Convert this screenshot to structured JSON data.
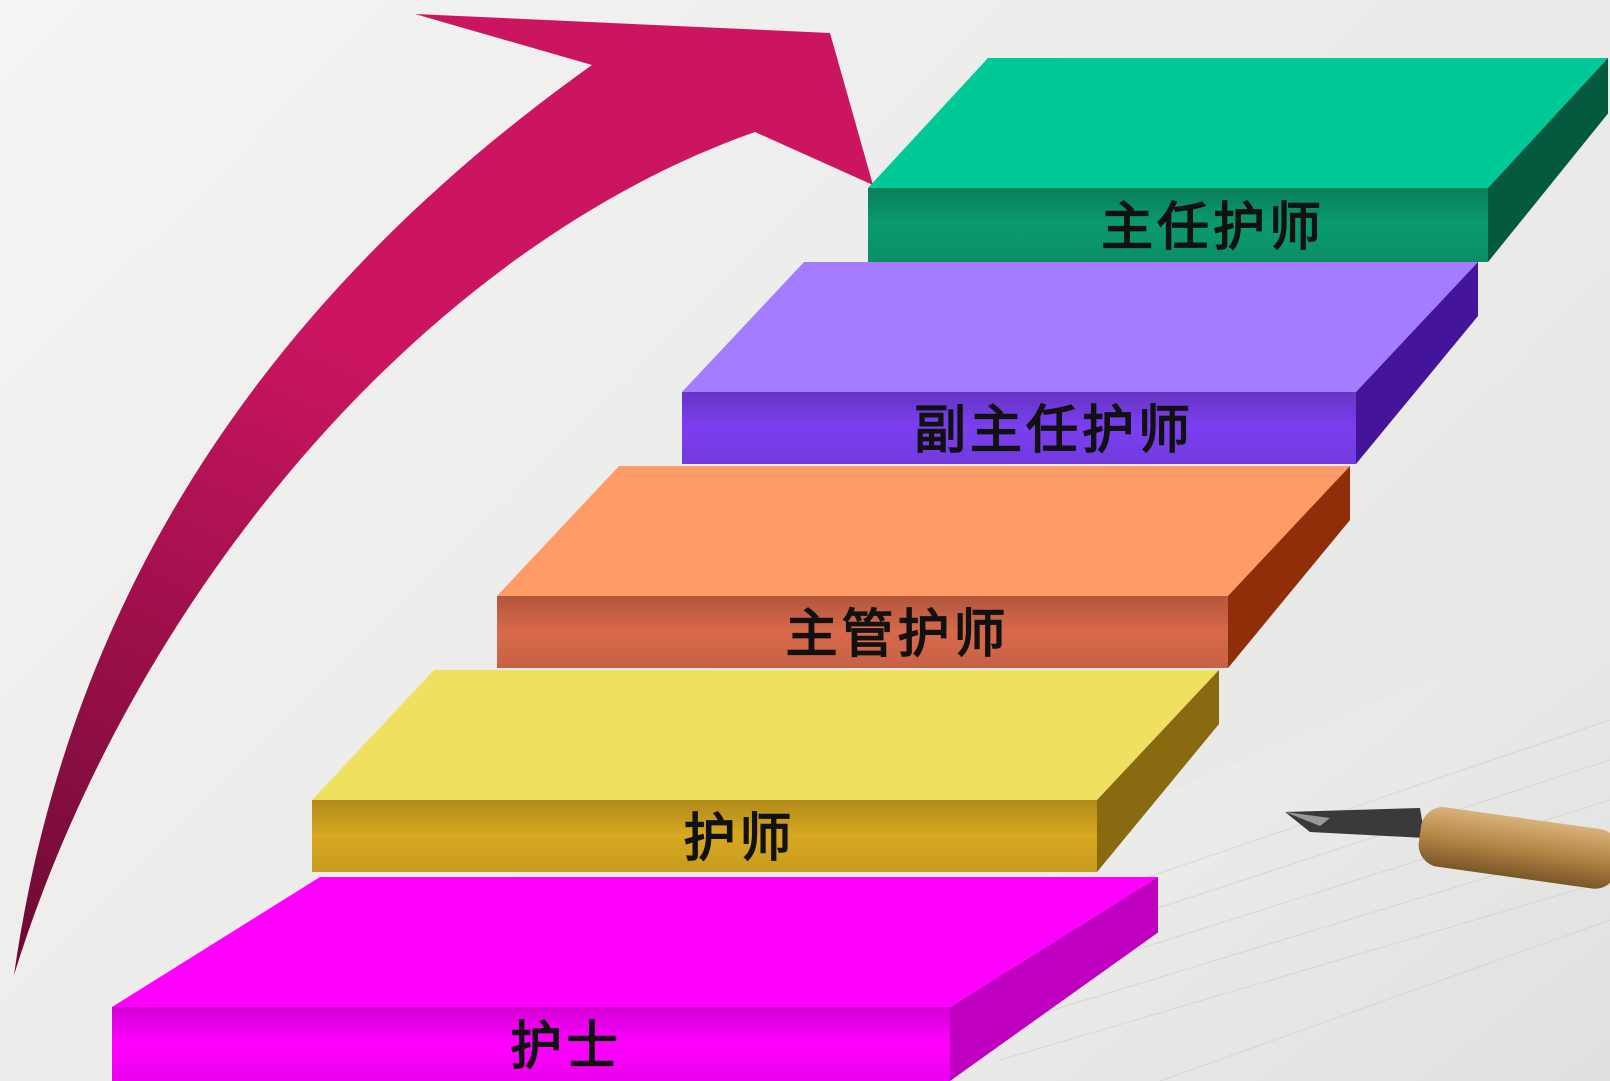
{
  "steps": [
    {
      "label": "护士",
      "top": "#ff00ff",
      "front": "#ff00ff",
      "side": "#c000c0"
    },
    {
      "label": "护师",
      "top": "#f0e060",
      "front": "#d7a820",
      "side": "#8a6a10"
    },
    {
      "label": "主管护师",
      "top": "#ff9b66",
      "front": "#d8694a",
      "side": "#8f2e08"
    },
    {
      "label": "副主任护师",
      "top": "#a47cff",
      "front": "#7b3ff0",
      "side": "#44159a"
    },
    {
      "label": "主任护师",
      "top": "#00c998",
      "front": "#0a9a6e",
      "side": "#045a3f"
    }
  ],
  "arrow": {
    "color": "#cc1561",
    "color_dark": "#6b0a32"
  },
  "icons": {
    "decor": "pen-icon"
  }
}
